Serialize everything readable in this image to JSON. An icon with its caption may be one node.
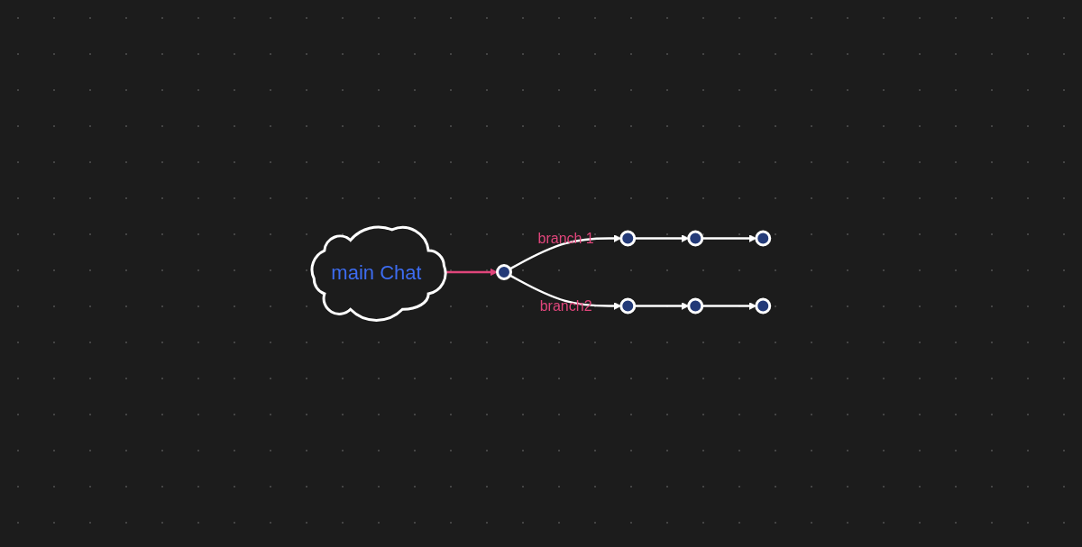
{
  "diagram": {
    "nodes": [
      {
        "text": [],
        "shape": "circle"
      },
      {
        "text": [],
        "shape": "circle"
      },
      {
        "text": [],
        "shape": "circle"
      },
      {
        "text": [],
        "shape": "circle"
      },
      {
        "text": [],
        "shape": "circle"
      },
      {
        "text": [],
        "shape": "circle"
      },
      {
        "text": [],
        "shape": "circle"
      },
      {
        "text": [
          "main Chat"
        ]
      }
    ],
    "edges": [
      {
        "from": 7,
        "to": 0,
        "arrow": "to",
        "color": "#e0457b"
      },
      {
        "from": 0,
        "to": 1,
        "arrow": "to",
        "label": "branch 1"
      },
      {
        "from": 1,
        "to": 2,
        "arrow": "to"
      },
      {
        "from": 2,
        "to": 3,
        "arrow": "to"
      },
      {
        "from": 0,
        "to": 4,
        "arrow": "to",
        "label": "branch2"
      },
      {
        "from": 4,
        "to": 5,
        "arrow": "to"
      },
      {
        "from": 5,
        "to": 6,
        "arrow": "to"
      }
    ]
  }
}
